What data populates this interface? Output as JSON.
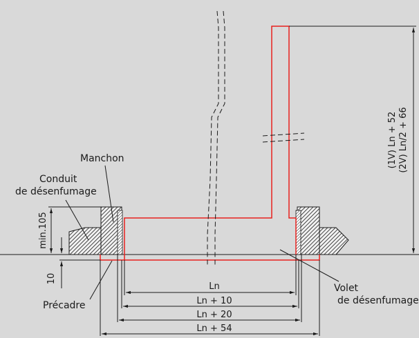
{
  "labels": {
    "manchon": "Manchon",
    "conduit_line1": "Conduit",
    "conduit_line2": "de désenfumage",
    "precadre": "Précadre",
    "volet_line1": "Volet",
    "volet_line2": "de désenfumage"
  },
  "dimensions": {
    "min_height": "min.105",
    "ten": "10",
    "ln": "Ln",
    "ln_plus_10": "Ln + 10",
    "ln_plus_20": "Ln + 20",
    "ln_plus_54": "Ln + 54",
    "height_1v": "(1V) Ln + 52",
    "height_2v": "(2V) Ln/2 + 66"
  },
  "colors": {
    "background": "#d9d9d9",
    "outline": "#e8211d",
    "line": "#1a1a1a"
  }
}
